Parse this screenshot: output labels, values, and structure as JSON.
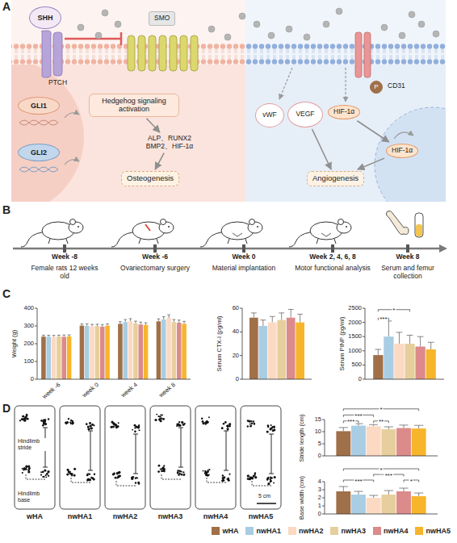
{
  "diagram": {
    "nodes": [
      {
        "text": [
          "SHH"
        ]
      },
      {
        "text": [
          "PTCH"
        ]
      },
      {
        "text": [
          "SMO"
        ]
      },
      {
        "text": [
          "GLI1"
        ]
      },
      {
        "text": [
          "GLI2"
        ]
      },
      {
        "text": [
          "Hedgehog signaling activation"
        ]
      },
      {
        "text": [
          "ALP、RUNX2 BMP2、HIF-1α"
        ]
      },
      {
        "text": [
          "Osteogenesis"
        ]
      },
      {
        "text": [
          "vWF"
        ]
      },
      {
        "text": [
          "VEGF"
        ]
      },
      {
        "text": [
          "CD31"
        ]
      },
      {
        "text": [
          "P"
        ]
      },
      {
        "text": [
          "HIF-1α"
        ]
      },
      {
        "text": [
          "HIF-1α"
        ]
      },
      {
        "text": [
          "Angiogenesis"
        ]
      }
    ],
    "edges": [
      {
        "from": 5,
        "to": 6,
        "arrow": "to"
      },
      {
        "from": 6,
        "to": 7,
        "arrow": "to"
      },
      {
        "from": 9,
        "to": 14,
        "arrow": "to"
      },
      {
        "from": 12,
        "to": 13,
        "arrow": "to"
      },
      {
        "from": 13,
        "to": 14,
        "arrow": "to"
      }
    ],
    "labels": [
      "A",
      "B",
      "C",
      "D",
      "Week -8",
      "Week -6",
      "Week 0",
      "Week 2, 4, 6, 8",
      "Week 8",
      "Female rats 12 weeks old",
      "Ovariectomary surgery",
      "Material implantation",
      "Motor functional analysis",
      "Serum and femur collection",
      "Weight (g)",
      "0",
      "100",
      "200",
      "300",
      "400",
      "week -6",
      "week 0",
      "week 4",
      "week 8",
      "Serum CTX-I (pg/ml)",
      "0",
      "20",
      "40",
      "60",
      "Serum PINP (pg/ml)",
      "0",
      "500",
      "1000",
      "1500",
      "2000",
      "2500",
      "***",
      "*",
      "Hindlimb stride",
      "Hindlimb base",
      "5 cm",
      "wHA",
      "nwHA1",
      "nwHA2",
      "nwHA3",
      "nwHA4",
      "nwHA5",
      "Stride length (cm)",
      "0",
      "5",
      "10",
      "15",
      "***",
      "***",
      "**",
      "*",
      "Base width (cm)",
      "0",
      "1",
      "2",
      "3",
      "4",
      "***",
      "***",
      "*",
      "*"
    ],
    "legend": [
      {
        "text": "wHA",
        "color": "#a07048"
      },
      {
        "text": "nwHA1",
        "color": "#a9cde3"
      },
      {
        "text": "nwHA2",
        "color": "#fcd9c2"
      },
      {
        "text": "nwHA3",
        "color": "#e6cf9c"
      },
      {
        "text": "nwHA4",
        "color": "#dc8a8a"
      },
      {
        "text": "nwHA5",
        "color": "#f7b52c"
      }
    ]
  }
}
